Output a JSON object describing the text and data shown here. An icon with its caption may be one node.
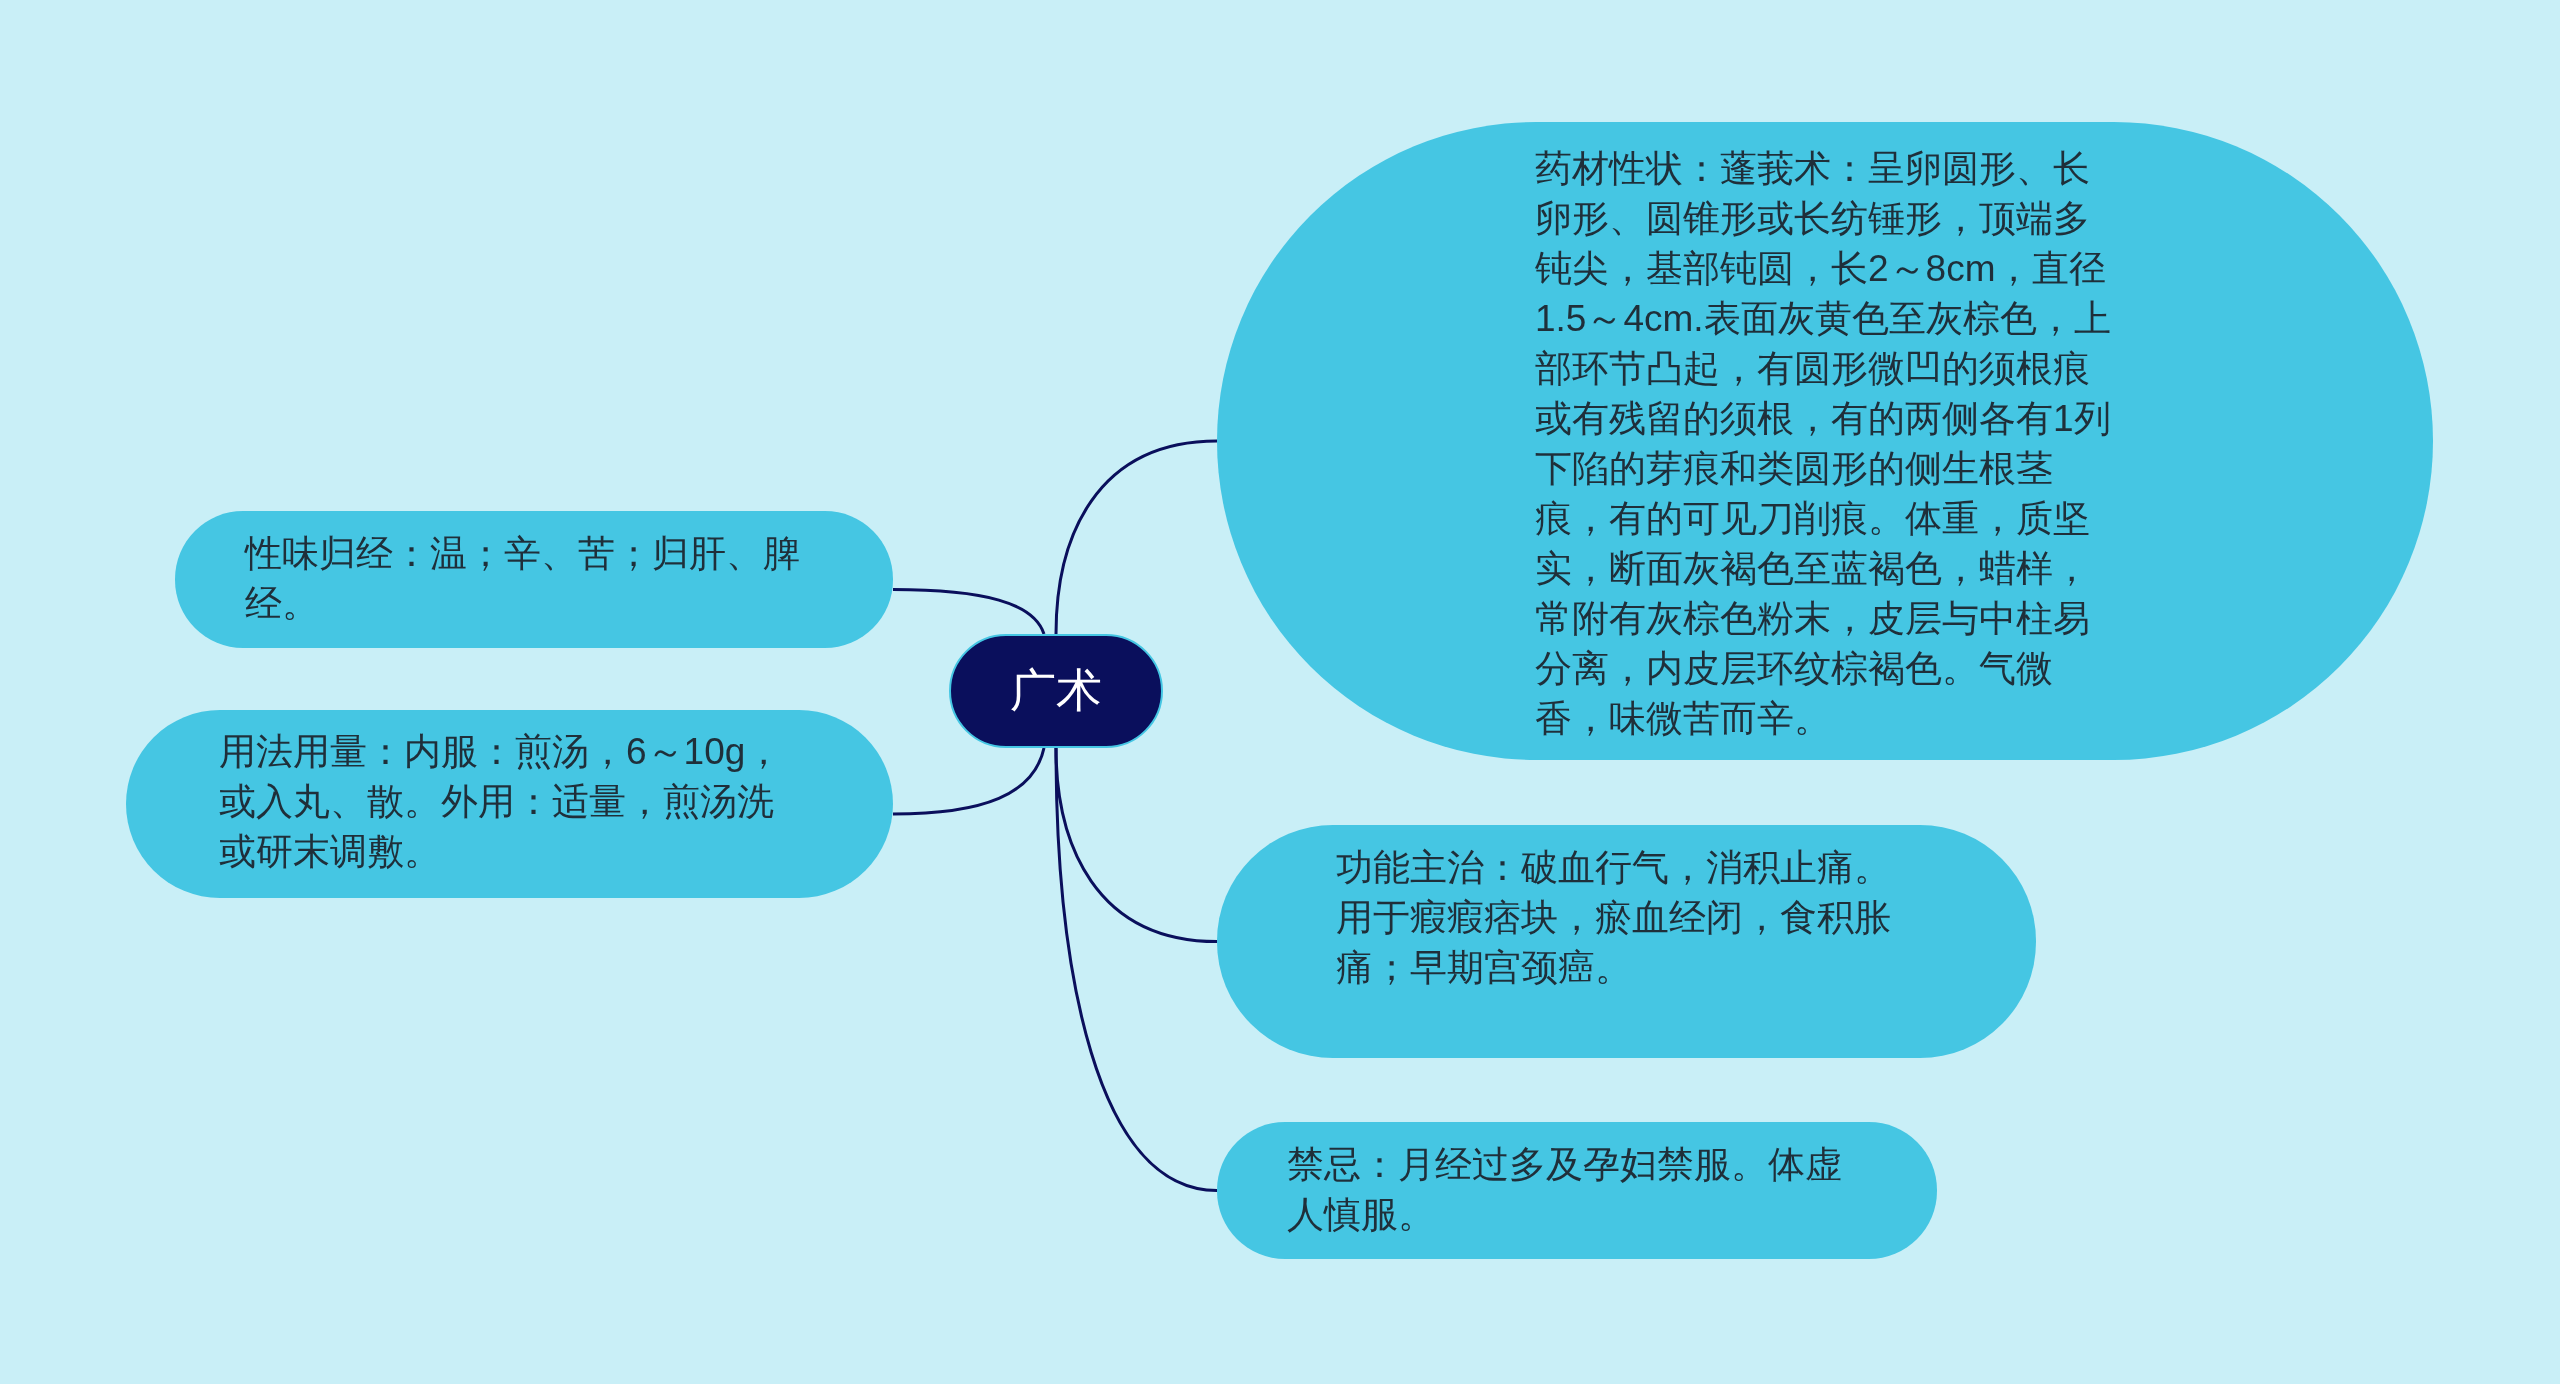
{
  "diagram": {
    "nodes": [
      {
        "text": [
          "广术"
        ]
      },
      {
        "text": [
          "性味归经：温；辛、苦；归肝、脾经。"
        ]
      },
      {
        "text": [
          "用法用量：内服：煎汤，6～10g，或入丸、散。外用：适量，煎汤洗或研末调敷。"
        ]
      },
      {
        "text": [
          "药材性状：蓬莪术：呈卵圆形、长卵形、圆锥形或长纺锤形，顶端多钝尖，基部钝圆，长2～8cm，直径1.5～4cm.表面灰黄色至灰棕色，上部环节凸起，有圆形微凹的须根痕或有残留的须根，有的两侧各有1列下陷的芽痕和类圆形的侧生根茎痕，有的可见刀削痕。体重，质坚实，断面灰褐色至蓝褐色，蜡样，常附有灰棕色粉末，皮层与中柱易分离，内皮层环纹棕褐色。气微香，味微苦而辛。"
        ]
      },
      {
        "text": [
          "功能主治：破血行气，消积止痛。用于瘕瘕痞块，瘀血经闭，食积胀痛；早期宫颈癌。"
        ]
      },
      {
        "text": [
          "禁忌：月经过多及孕妇禁服。体虚人慎服。"
        ]
      }
    ],
    "edges": [
      {
        "from": 0,
        "to": 3,
        "arrow": "none"
      },
      {
        "from": 0,
        "to": 4,
        "arrow": "none"
      },
      {
        "from": 0,
        "to": 5,
        "arrow": "none"
      },
      {
        "from": 0,
        "to": 1,
        "arrow": "none"
      },
      {
        "from": 0,
        "to": 2,
        "arrow": "none"
      }
    ]
  }
}
